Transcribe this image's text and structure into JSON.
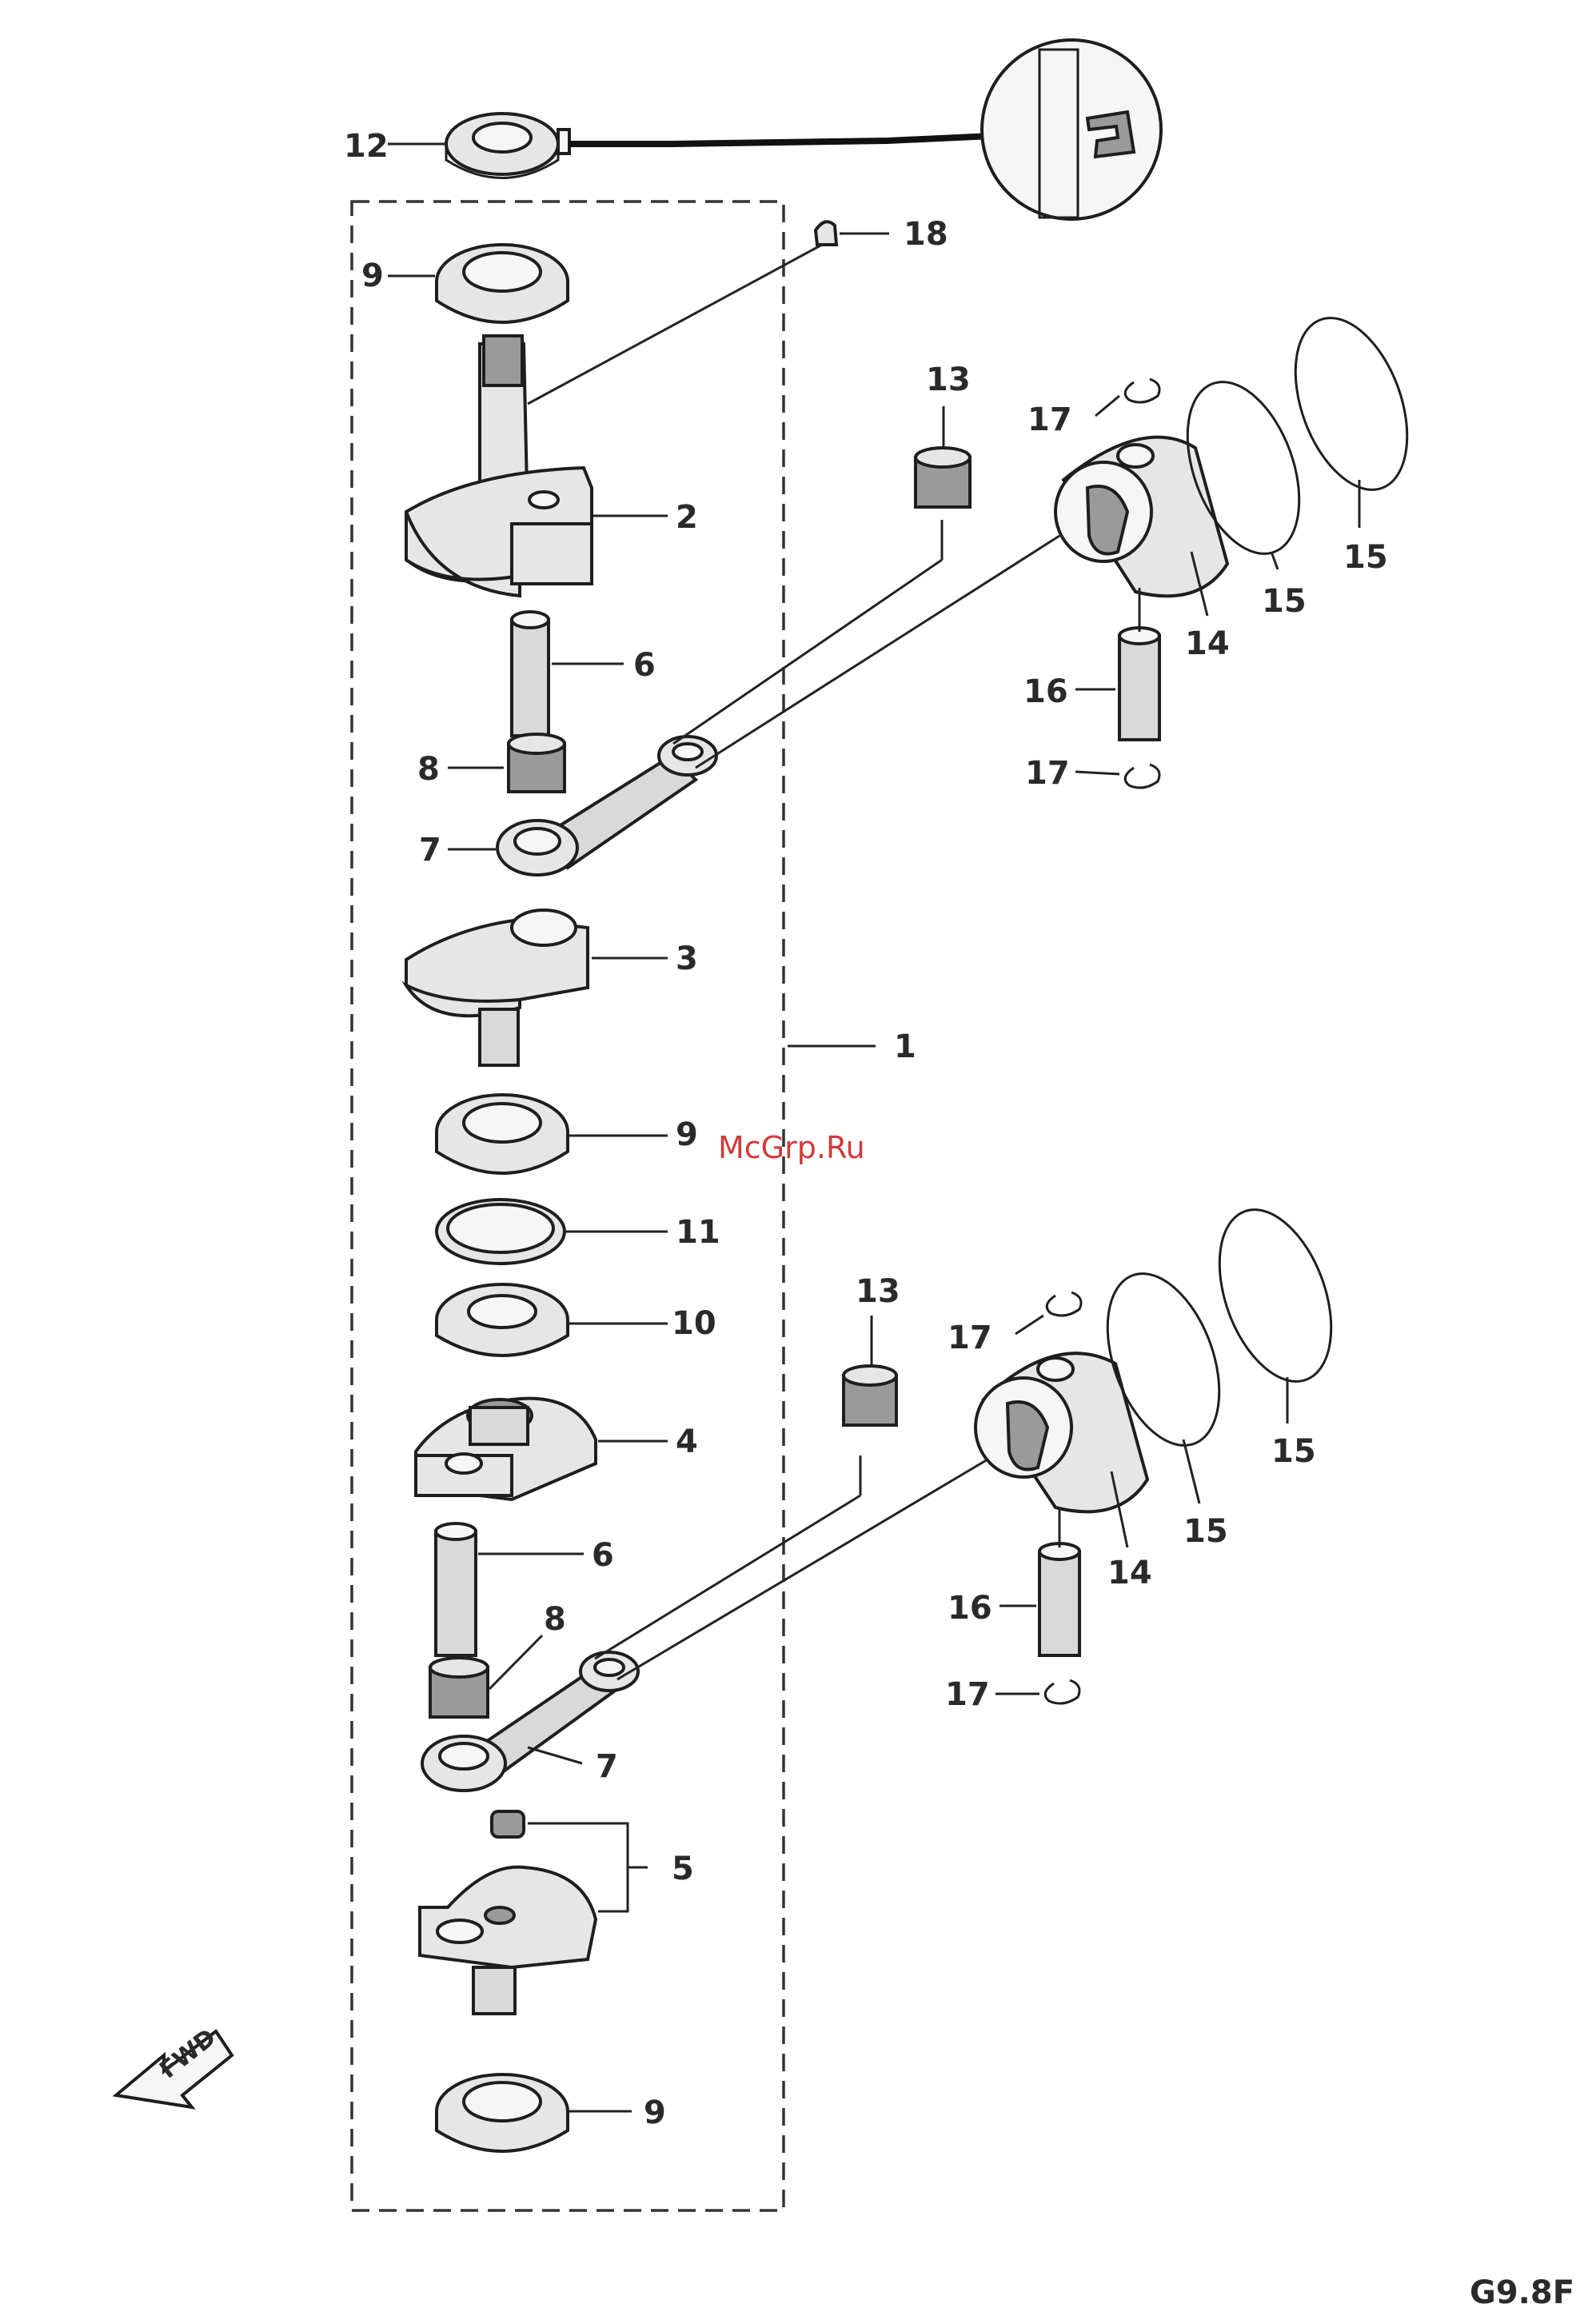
{
  "callouts": {
    "c1": "1",
    "c2": "2",
    "c3": "3",
    "c4": "4",
    "c5": "5",
    "c6a": "6",
    "c6b": "6",
    "c7a": "7",
    "c7b": "7",
    "c8a": "8",
    "c8b": "8",
    "c9a": "9",
    "c9b": "9",
    "c9c": "9",
    "c10": "10",
    "c11": "11",
    "c12": "12",
    "c13a": "13",
    "c13b": "13",
    "c14a": "14",
    "c14b": "14",
    "c15a": "15",
    "c15b": "15",
    "c15c": "15",
    "c15d": "15",
    "c16a": "16",
    "c16b": "16",
    "c17a": "17",
    "c17b": "17",
    "c17c": "17",
    "c17d": "17",
    "c18": "18"
  },
  "fwd_label": "FWD",
  "watermark": "McGrp.Ru",
  "figure_code": "G9.8F"
}
